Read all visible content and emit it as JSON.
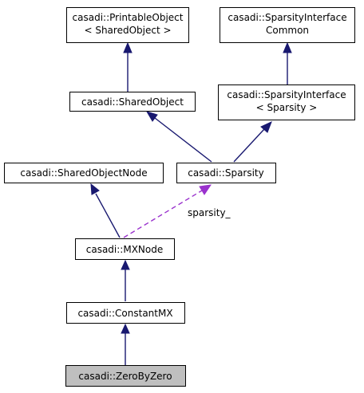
{
  "nodes": {
    "printable_object": {
      "lines": [
        "casadi::PrintableObject",
        "< SharedObject >"
      ]
    },
    "sparsity_interface_common": {
      "lines": [
        "casadi::SparsityInterface",
        "Common"
      ]
    },
    "shared_object": {
      "lines": [
        "casadi::SharedObject"
      ]
    },
    "sparsity_interface_sparsity": {
      "lines": [
        "casadi::SparsityInterface",
        "< Sparsity >"
      ]
    },
    "shared_object_node": {
      "lines": [
        "casadi::SharedObjectNode"
      ]
    },
    "sparsity": {
      "lines": [
        "casadi::Sparsity"
      ]
    },
    "mx_node": {
      "lines": [
        "casadi::MXNode"
      ]
    },
    "constant_mx": {
      "lines": [
        "casadi::ConstantMX"
      ]
    },
    "zero_by_zero": {
      "lines": [
        "casadi::ZeroByZero"
      ]
    }
  },
  "edge_labels": {
    "sparsity_member": "sparsity_"
  },
  "colors": {
    "inheritance_edge": "#191970",
    "usage_edge": "#9a32cd",
    "current_node_fill": "#bfbfbf"
  }
}
